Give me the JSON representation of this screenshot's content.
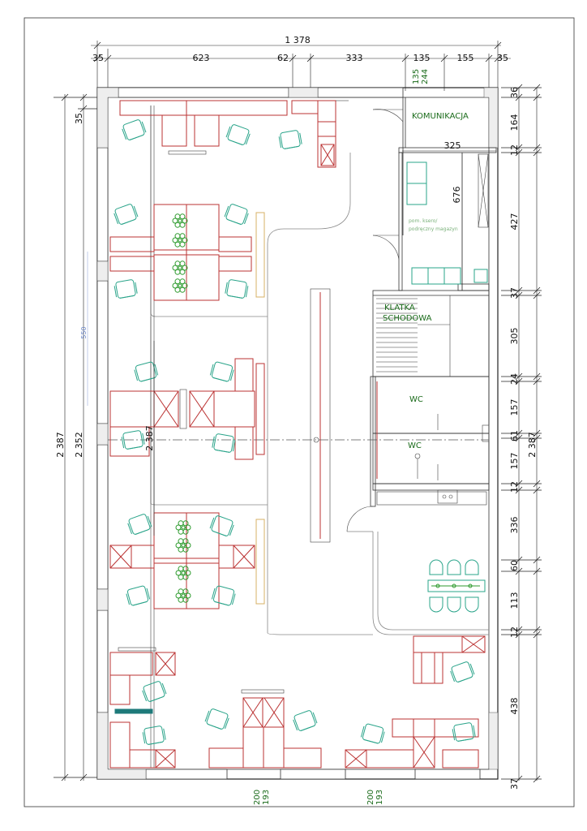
{
  "top_dims": {
    "total": "1 378",
    "d1": "35",
    "d2": "623",
    "d3": "62",
    "d4": "333",
    "d5": "135",
    "d6": "155",
    "d7": "35"
  },
  "door_top": {
    "a": "135",
    "b": "244"
  },
  "right_dims": [
    "36",
    "164",
    "12",
    "427",
    "37",
    "305",
    "24",
    "157",
    "61",
    "157",
    "12",
    "336",
    "60",
    "113",
    "12",
    "438",
    "37"
  ],
  "right_total": "2 387",
  "left_dims": {
    "outer": "2 387",
    "inner": "2 352",
    "top": "35"
  },
  "middle_dims": {
    "vertical": "2 387",
    "corridor": "676",
    "room_width": "325",
    "blue": "550"
  },
  "rooms": {
    "komunikacja": "KOMUNIKACJA",
    "klatka": "KLATKA",
    "schodowa": "SCHODOWA",
    "wc1": "WC",
    "wc2": "WC"
  },
  "notes": {
    "line1": "pom. ksero/",
    "line2": "podręczny magazyn"
  },
  "bottom_dims": {
    "left_a": "200",
    "left_b": "193",
    "right_a": "200",
    "right_b": "193"
  },
  "colors": {
    "wall": "#222222",
    "desk": "#bb3333",
    "chair": "#2aa48a",
    "plant": "#2c9a2c",
    "room_label": "#1a6b1a"
  }
}
